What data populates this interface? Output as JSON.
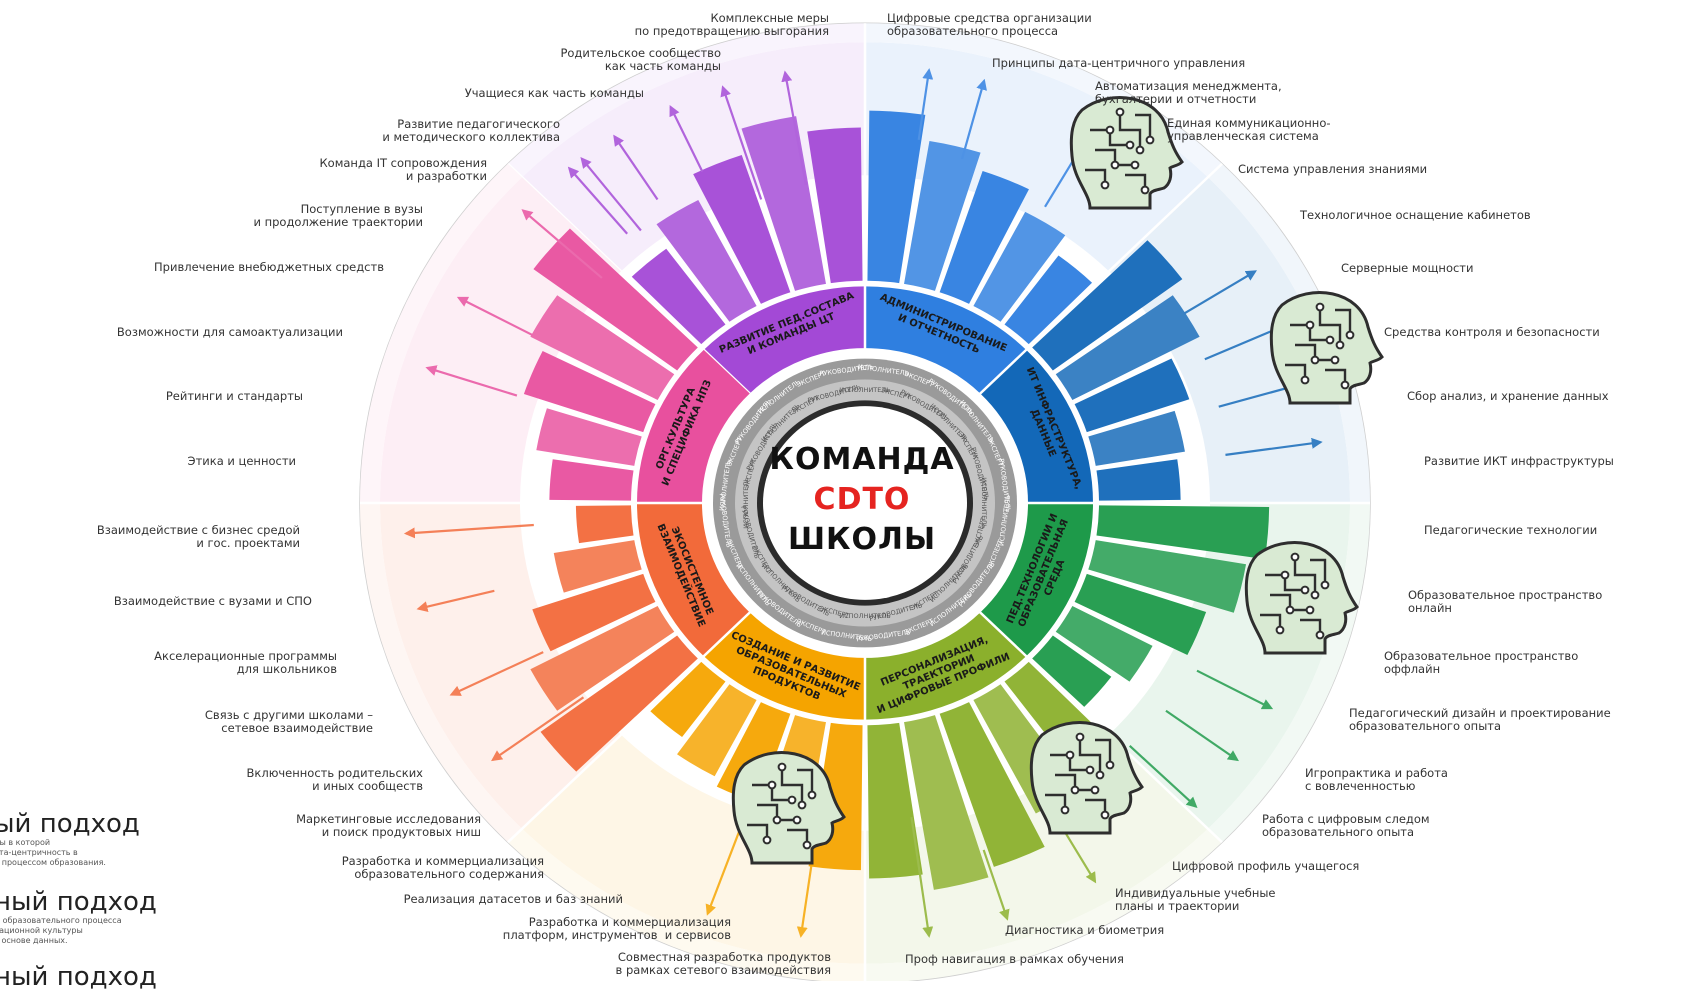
{
  "center": {
    "line1": "КОМАНДА",
    "line2": "CDTO",
    "line3": "ШКОЛЫ",
    "line2_color": "#e52420"
  },
  "inner_ring_roles": [
    "ИСПОЛНИТЕЛЬ",
    "ЭКСПЕРТ",
    "РУКОВОДИТЕЛЬ"
  ],
  "sectors": [
    {
      "name": "РАЗВИТИЕ ПЕД.СОСТАВА\nИ КОМАНДЫ ЦТ",
      "color": "#a349d6"
    },
    {
      "name": "АДМИНИСТРИРОВАНИЕ\nИ ОТЧЕТНОСТЬ",
      "color": "#2f7fe0"
    },
    {
      "name": "ИТ ИНФРАСТРУКТУРА,\nДАННЫЕ",
      "color": "#1368b8"
    },
    {
      "name": "ПЕД.ТЕХНОЛОГИИ И\nОБРАЗОВАТЕЛЬНАЯ\nСРЕДА",
      "color": "#1e9a4a"
    },
    {
      "name": "ПЕРСОНАЛИЗАЦИЯ,\nТРАЕКТОРИИ\nИ ЦИФРОВЫЕ ПРОФИЛИ",
      "color": "#8bb02c"
    },
    {
      "name": "СОЗДАНИЕ И РАЗВИТИЕ\nОБРАЗОВАТЕЛЬНЫХ\nПРОДУКТОВ",
      "color": "#f5a400"
    },
    {
      "name": "ЭКОСИСТЕМНОЕ\nВЗАИМОДЕЙСТВИЕ",
      "color": "#f26a3a"
    },
    {
      "name": "ОРГ.КУЛЬТУРА\nИ СПЕЦИФИКА НПЗ",
      "color": "#e8509e"
    }
  ],
  "outer_labels": [
    {
      "text": "Комплексные меры\nпо предотвращению выгорания"
    },
    {
      "text": "Родительское сообщество\nкак часть команды"
    },
    {
      "text": "Учащиеся как часть команды"
    },
    {
      "text": "Развитие педагогического\nи методического коллектива"
    },
    {
      "text": "Команда IT сопровождения\nи разработки"
    },
    {
      "text": "Поступление в вузы\nи продолжение траектории"
    },
    {
      "text": "Привлечение внебюджетных средств"
    },
    {
      "text": "Возможности для самоактуализации"
    },
    {
      "text": "Рейтинги и стандарты"
    },
    {
      "text": "Этика и ценности"
    },
    {
      "text": "Взаимодействие с бизнес средой\nи гос. проектами"
    },
    {
      "text": "Взаимодействие с вузами и СПО"
    },
    {
      "text": "Акселерационные программы\nдля школьников"
    },
    {
      "text": "Связь с другими школами –\nсетевое взаимодействие"
    },
    {
      "text": "Включенность родительских\nи иных сообществ"
    },
    {
      "text": "Маркетинговые исследования\nи поиск продуктовых ниш"
    },
    {
      "text": "Разработка и коммерциализация\nобразовательного содержания"
    },
    {
      "text": "Реализация датасетов и баз знаний"
    },
    {
      "text": "Разработка и коммерциализация\nплатформ, инструментов  и сервисов"
    },
    {
      "text": "Совместная разработка продуктов\nв рамках сетевого взаимодействия"
    },
    {
      "text": "Цифровые средства организации\nобразовательного процесса"
    },
    {
      "text": "Принципы дата-центричного управления"
    },
    {
      "text": "Автоматизация менеджмента,\nбухгалтерии и отчетности"
    },
    {
      "text": "Единая коммуникационно-\nуправленческая система"
    },
    {
      "text": "Система управления знаниями"
    },
    {
      "text": "Технологичное оснащение кабинетов"
    },
    {
      "text": "Серверные мощности"
    },
    {
      "text": "Средства контроля и безопасности"
    },
    {
      "text": "Сбор анализ, и хранение данных"
    },
    {
      "text": "Развитие ИКТ инфраструктуры"
    },
    {
      "text": "Педагогические технологии"
    },
    {
      "text": "Образовательное пространство\nонлайн"
    },
    {
      "text": "Образовательное пространство\nоффлайн"
    },
    {
      "text": "Педагогический дизайн и проектирование\nобразовательного опыта"
    },
    {
      "text": "Игропрактика и работа\nс вовлеченностью"
    },
    {
      "text": "Работа с цифровым следом\nобразовательного опыта"
    },
    {
      "text": "Цифровой профиль учащегося"
    },
    {
      "text": "Индивидуальные учебные\nпланы и траектории"
    },
    {
      "text": "Диагностика и биометрия"
    },
    {
      "text": "Проф навигация в рамках обучения"
    }
  ],
  "legend": [
    {
      "title": "ый подход",
      "desc": "ды в которой\nата-центричность в\nи процессом образования."
    },
    {
      "title": "ный подход",
      "desc": "м образовательного процесса\nрационной культуры\nа основе данных."
    },
    {
      "title": "ный подход",
      "desc": ""
    }
  ],
  "icons": {
    "brain": "brain-circuit-head-icon"
  }
}
